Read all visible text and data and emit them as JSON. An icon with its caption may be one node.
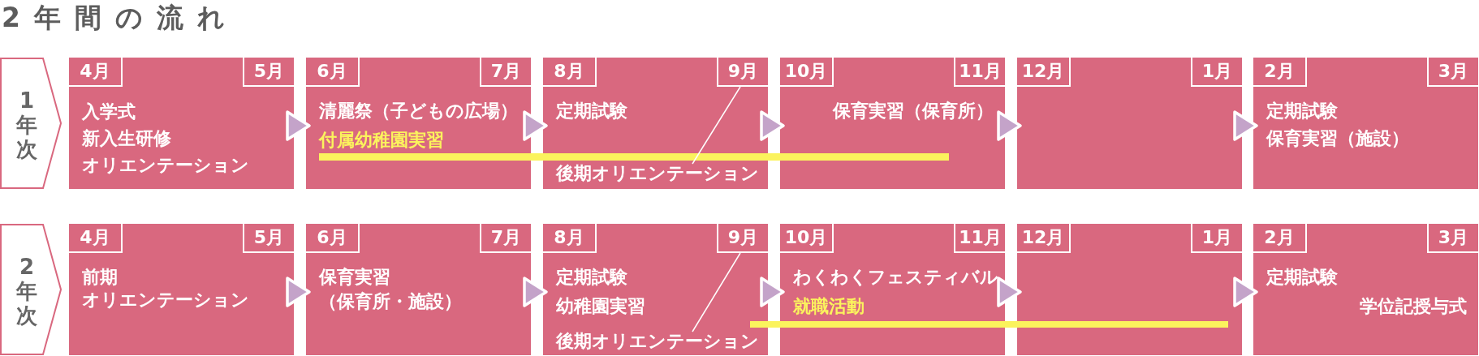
{
  "diagram": {
    "title": "2年間の流れ",
    "nodes": [
      {
        "text": [
          "1年次"
        ]
      },
      {
        "text": [
          "入学式",
          "新入生研修",
          "オリエンテーション"
        ]
      },
      {
        "text": [
          "4月"
        ],
        "in": 1
      },
      {
        "text": [
          "5月"
        ],
        "in": 1
      },
      {
        "text": [
          "清麗祭（子どもの広場）",
          "付属幼稚園実習"
        ]
      },
      {
        "text": [
          "6月"
        ],
        "in": 4
      },
      {
        "text": [
          "7月"
        ],
        "in": 4
      },
      {
        "text": [
          "定期試験"
        ]
      },
      {
        "text": [
          "8月"
        ],
        "in": 7
      },
      {
        "text": [
          "9月"
        ],
        "in": 7
      },
      {
        "text": [
          "後期オリエンテーション"
        ],
        "in": 7
      },
      {
        "text": [
          "保育実習（保育所）"
        ]
      },
      {
        "text": [
          "10月"
        ],
        "in": 11
      },
      {
        "text": [
          "11月"
        ],
        "in": 11
      },
      {
        "text": [],
        "shape": "box"
      },
      {
        "text": [
          "12月"
        ],
        "in": 14
      },
      {
        "text": [
          "1月"
        ],
        "in": 14
      },
      {
        "text": [
          "定期試験",
          "保育実習（施設）"
        ]
      },
      {
        "text": [
          "2月"
        ],
        "in": 17
      },
      {
        "text": [
          "3月"
        ],
        "in": 17
      },
      {
        "text": [
          "2年次"
        ]
      },
      {
        "text": [
          "前期オリエンテーション"
        ]
      },
      {
        "text": [
          "4月"
        ],
        "in": 21
      },
      {
        "text": [
          "5月"
        ],
        "in": 21
      },
      {
        "text": [
          "保育実習（保育所・施設）"
        ]
      },
      {
        "text": [
          "6月"
        ],
        "in": 24
      },
      {
        "text": [
          "7月"
        ],
        "in": 24
      },
      {
        "text": [
          "定期試験",
          "幼稚園実習"
        ]
      },
      {
        "text": [
          "8月"
        ],
        "in": 27
      },
      {
        "text": [
          "9月"
        ],
        "in": 27
      },
      {
        "text": [
          "後期オリエンテーション"
        ],
        "in": 27
      },
      {
        "text": [
          "わくわくフェスティバル",
          "就職活動"
        ]
      },
      {
        "text": [
          "10月"
        ],
        "in": 31
      },
      {
        "text": [
          "11月"
        ],
        "in": 31
      },
      {
        "text": [],
        "shape": "box"
      },
      {
        "text": [
          "12月"
        ],
        "in": 34
      },
      {
        "text": [
          "1月"
        ],
        "in": 34
      },
      {
        "text": [
          "定期試験",
          "学位記授与式"
        ]
      },
      {
        "text": [
          "2月"
        ],
        "in": 37
      },
      {
        "text": [
          "3月"
        ],
        "in": 37
      }
    ],
    "edges": [
      {
        "from": 1,
        "to": 4,
        "arrow": "to"
      },
      {
        "from": 4,
        "to": 7,
        "arrow": "to"
      },
      {
        "from": 7,
        "to": 11,
        "arrow": "to"
      },
      {
        "from": 11,
        "to": 14,
        "arrow": "to"
      },
      {
        "from": 14,
        "to": 17,
        "arrow": "to"
      },
      {
        "from": 10,
        "to": 9,
        "arrow": "none",
        "color": "#ffffff"
      },
      {
        "from": 21,
        "to": 24,
        "arrow": "to"
      },
      {
        "from": 24,
        "to": 27,
        "arrow": "to"
      },
      {
        "from": 27,
        "to": 31,
        "arrow": "to"
      },
      {
        "from": 31,
        "to": 34,
        "arrow": "to"
      },
      {
        "from": 34,
        "to": 37,
        "arrow": "to"
      },
      {
        "from": 30,
        "to": 29,
        "arrow": "none",
        "color": "#ffffff"
      }
    ]
  }
}
